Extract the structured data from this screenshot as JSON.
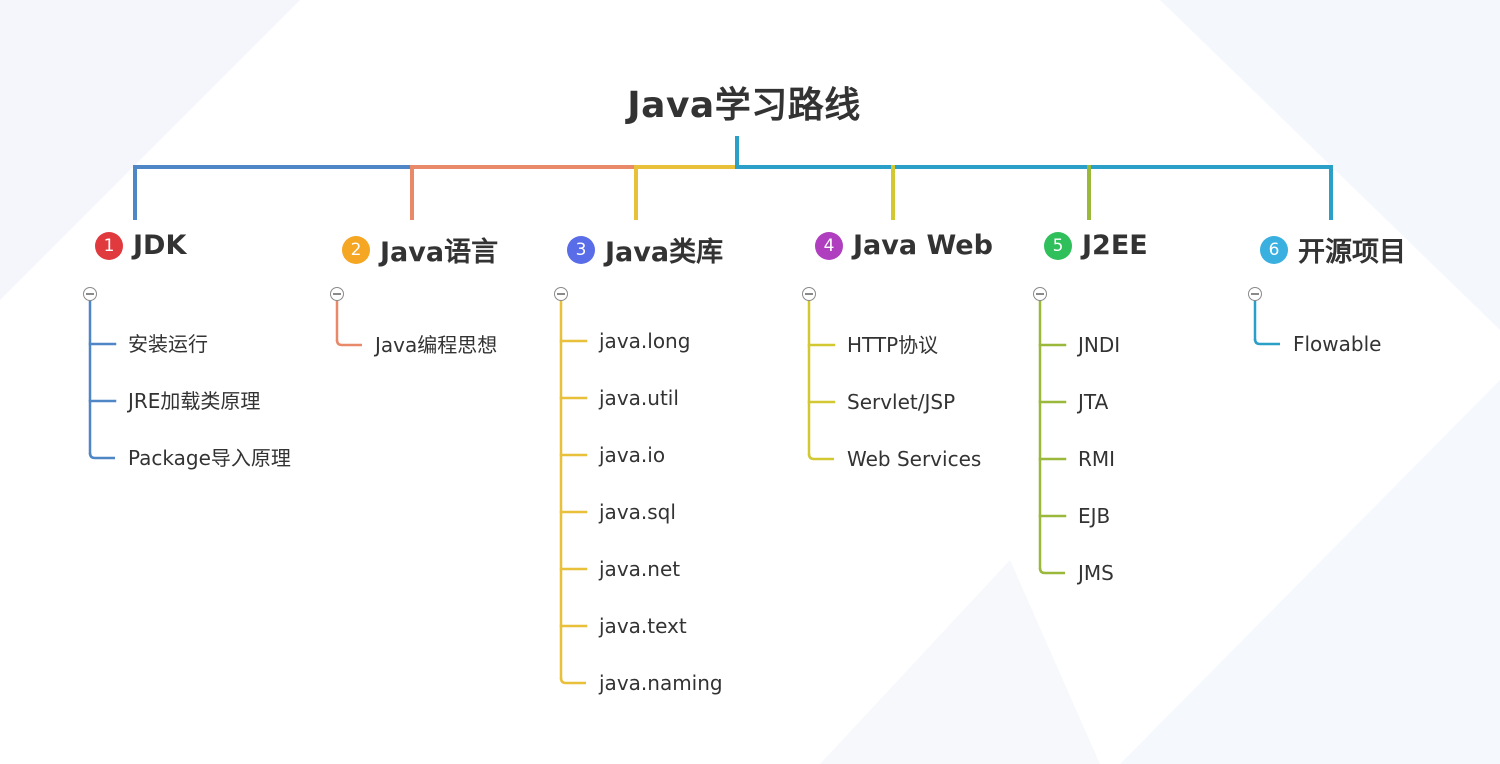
{
  "title": "Java学习路线",
  "colors": {
    "text": "#333333",
    "muted": "#8a8a8a"
  },
  "branches": [
    {
      "number": "1",
      "label": "JDK",
      "badge_color": "#e0393e",
      "line_color": "#4f86c6",
      "items": [
        "安装运行",
        "JRE加载类原理",
        "Package导入原理"
      ]
    },
    {
      "number": "2",
      "label": "Java语言",
      "badge_color": "#f5a623",
      "line_color": "#e8896a",
      "items": [
        "Java编程思想"
      ]
    },
    {
      "number": "3",
      "label": "Java类库",
      "badge_color": "#5a6de8",
      "line_color": "#e8c03a",
      "items": [
        "java.long",
        "java.util",
        "java.io",
        "java.sql",
        "java.net",
        "java.text",
        "java.naming"
      ]
    },
    {
      "number": "4",
      "label": "Java Web",
      "badge_color": "#b03fc0",
      "line_color": "#d1c832",
      "items": [
        "HTTP协议",
        "Servlet/JSP",
        "Web Services"
      ]
    },
    {
      "number": "5",
      "label": "J2EE",
      "badge_color": "#2fbf5b",
      "line_color": "#9ab83a",
      "items": [
        "JNDI",
        "JTA",
        "RMI",
        "EJB",
        "JMS"
      ]
    },
    {
      "number": "6",
      "label": "开源项目",
      "badge_color": "#3ab0e0",
      "line_color": "#2a9fc8",
      "items": [
        "Flowable"
      ]
    }
  ]
}
